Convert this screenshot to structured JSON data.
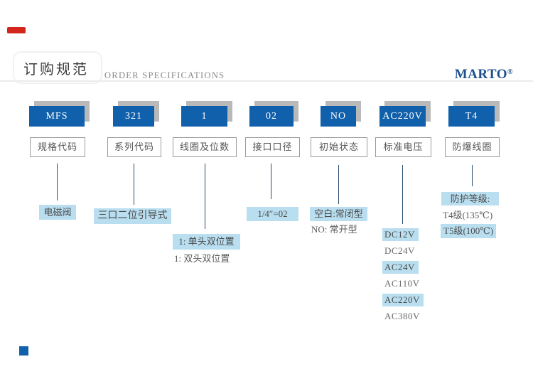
{
  "header": {
    "title_cn": "订购规范",
    "title_en": "ORDER SPECIFICATIONS",
    "brand": "MARTO",
    "brand_reg": "®"
  },
  "code_row": {
    "columns": [
      {
        "code": "MFS",
        "label": "规格代码"
      },
      {
        "code": "321",
        "label": "系列代码"
      },
      {
        "code": "1",
        "label": "线圈及位数"
      },
      {
        "code": "02",
        "label": "接口口径"
      },
      {
        "code": "NO",
        "label": "初始状态"
      },
      {
        "code": "AC220V",
        "label": "标准电压"
      },
      {
        "code": "T4",
        "label": "防爆线圈"
      }
    ]
  },
  "annotations": {
    "spec": {
      "text": "电磁阀"
    },
    "series": {
      "text": "三口二位引导式"
    },
    "coil": {
      "option1": "1: 单头双位置",
      "option2": "1: 双头双位置"
    },
    "port": {
      "text": "1/4″=02"
    },
    "state": {
      "option1": "空白:常闭型",
      "option2": "NO: 常开型"
    },
    "voltage": {
      "options": [
        "DC12V",
        "DC24V",
        "AC24V",
        "AC110V",
        "AC220V",
        "AC380V"
      ]
    },
    "protection": {
      "header": "防护等级:",
      "option1": "T4级(135℃)",
      "option2": "T5级(100℃)"
    }
  },
  "colors": {
    "code_box_blue": "#1160ab",
    "shadow_gray": "#b9b9b9",
    "highlight_blue": "#b9def0",
    "brand_navy": "#1c508f",
    "accent_red": "#d2251c",
    "connector_navy": "#2b4d6e"
  }
}
